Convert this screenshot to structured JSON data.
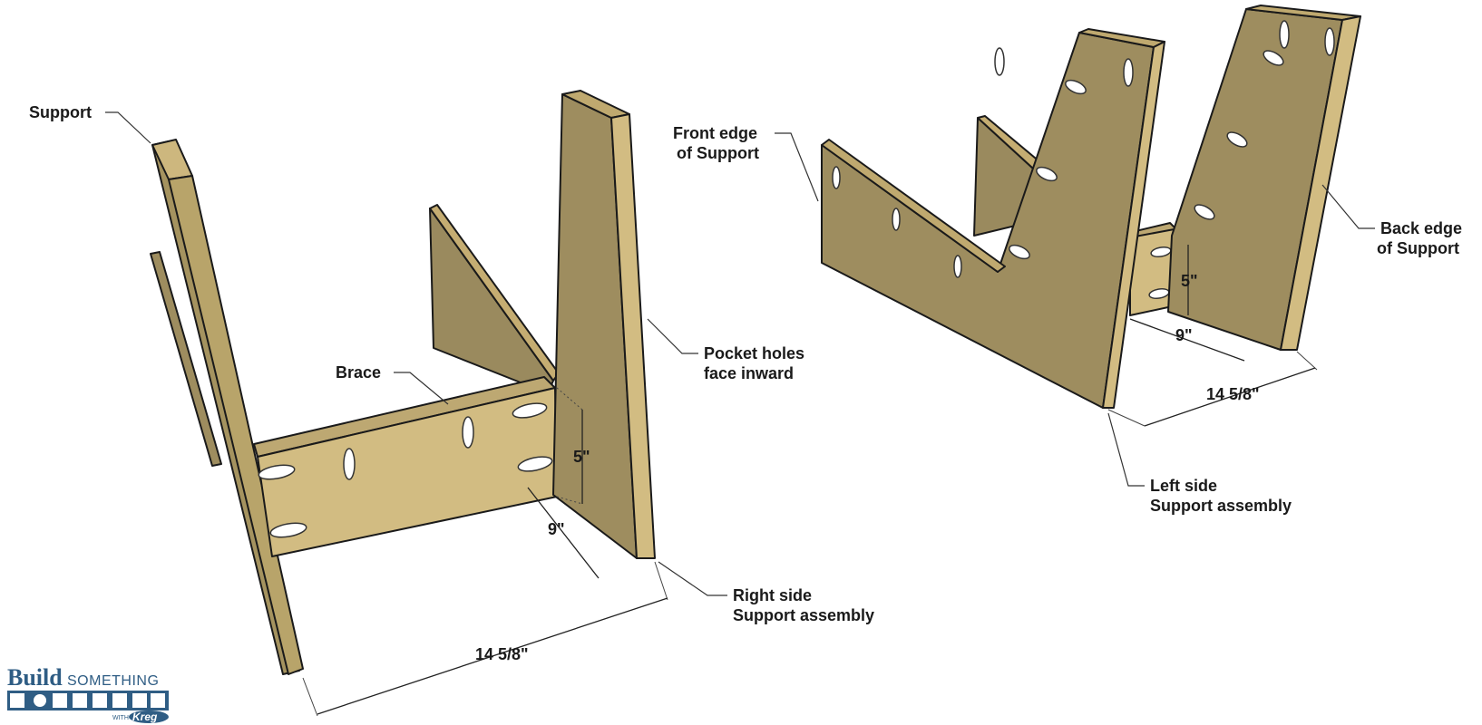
{
  "labels": {
    "support": "Support",
    "brace": "Brace",
    "pocket_holes_line1": "Pocket holes",
    "pocket_holes_line2": "face inward",
    "right_side_line1": "Right side",
    "right_side_line2": "Support assembly",
    "front_edge_line1": "Front edge",
    "front_edge_line2": "of Support",
    "back_edge_line1": "Back edge",
    "back_edge_line2": "of Support",
    "left_side_line1": "Left side",
    "left_side_line2": "Support assembly"
  },
  "dimensions": {
    "right_height": "5\"",
    "right_depth": "9\"",
    "right_width": "14 5/8\"",
    "left_height": "5\"",
    "left_depth": "9\"",
    "left_width": "14 5/8\""
  },
  "logo": {
    "build": "Build",
    "something": "SOMETHING",
    "with": "WITH",
    "kreg": "Kreg"
  },
  "colors": {
    "wood_light": "#d2bc82",
    "wood_mid": "#b5a06a",
    "wood_dark": "#9a8a5e",
    "logo_blue": "#2f5d84"
  }
}
